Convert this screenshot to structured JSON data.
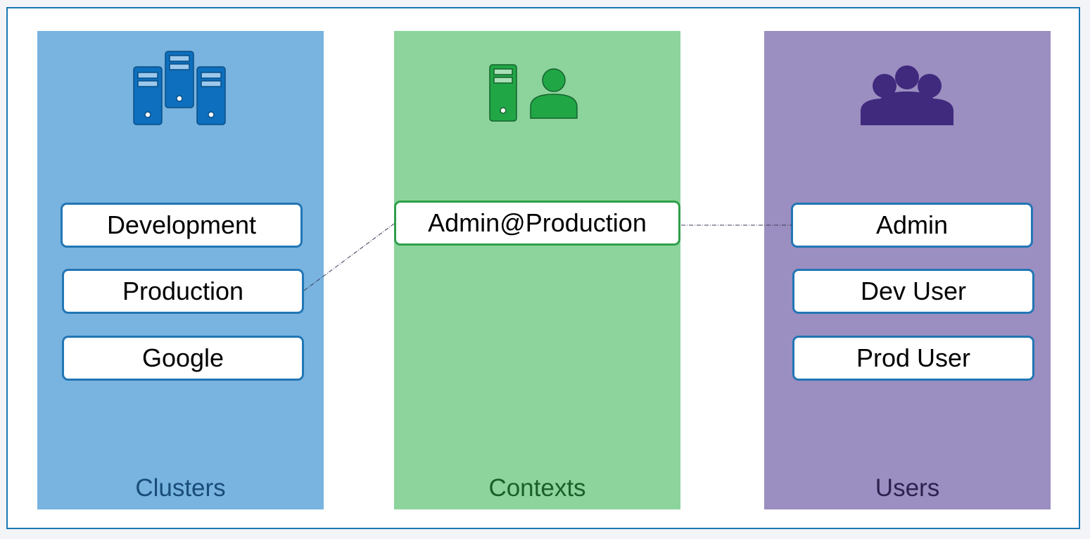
{
  "columns": [
    {
      "id": "clusters",
      "title": "Clusters",
      "icon": "server-cluster-icon",
      "items": [
        "Development",
        "Production",
        "Google"
      ]
    },
    {
      "id": "contexts",
      "title": "Contexts",
      "icon": "server-user-icon",
      "items": [
        "Admin@Production"
      ]
    },
    {
      "id": "users",
      "title": "Users",
      "icon": "user-group-icon",
      "items": [
        "Admin",
        "Dev User",
        "Prod User"
      ]
    }
  ],
  "links": [
    {
      "from": "Production",
      "to": "Admin@Production"
    },
    {
      "from": "Admin@Production",
      "to": "Admin"
    }
  ],
  "colors": {
    "clusters_panel": "#79b3df",
    "contexts_panel": "#8cd49c",
    "users_panel": "#9b8ec0",
    "blue_border": "#2276b5",
    "green_border": "#2e9f4a",
    "frame_border": "#1a78b4"
  }
}
